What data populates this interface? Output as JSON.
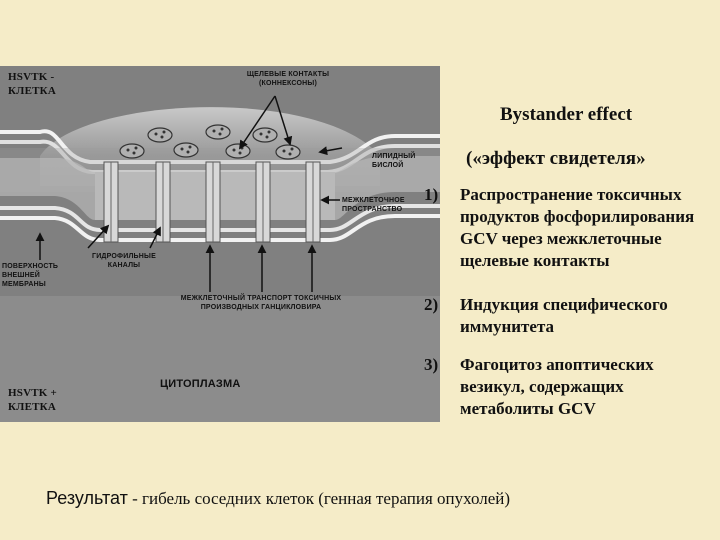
{
  "diagram": {
    "labels": {
      "hsv_top": "HSVtk - клетка",
      "gap_junctions": "ЩЕЛЕВЫЕ КОНТАКТЫ (КОННЕКСОНЫ)",
      "lipid_bilayer": "ЛИПИДНЫЙ БИСЛОЙ",
      "intercellular_space": "МЕЖКЛЕТОЧНОЕ ПРОСТРАНСТВО",
      "hydrophilic_channels": "ГИДРОФИЛЬНЫЕ КАНАЛЫ",
      "membrane_surface": "ПОВЕРХНОСТЬ ВНЕШНЕЙ МЕМБРАНЫ",
      "transport": "МЕЖКЛЕТОЧНЫЙ ТРАНСПОРТ ТОКСИЧНЫХ ПРОИЗВОДНЫХ ГАНЦИКЛОВИРА",
      "cytoplasm": "ЦИТОПЛАЗМА",
      "hsv_bottom": "HSVtk + клетка"
    }
  },
  "header": {
    "title": "Bystander effect",
    "subtitle": "(«эффект свидетеля»"
  },
  "list": [
    {
      "num": "1)",
      "lines": [
        "Распространение токсичных",
        "продуктов фосфорилирования",
        "GCV через межклеточные",
        "щелевые контакты"
      ]
    },
    {
      "num": "2)",
      "lines": [
        "Индукция специфического",
        "иммунитета"
      ]
    },
    {
      "num": "3)",
      "lines": [
        "Фагоцитоз апоптических",
        "везикул, содержащих",
        "метаболиты GCV"
      ]
    }
  ],
  "result": {
    "label": "Результат",
    "text": " - гибель соседних клеток (генная терапия опухолей)"
  }
}
